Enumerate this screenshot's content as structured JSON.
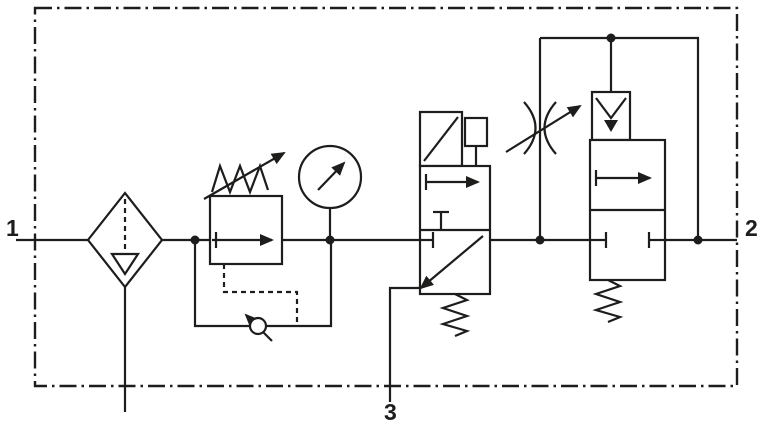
{
  "diagram": {
    "type": "pneumatic-circuit-schematic",
    "ports": {
      "inlet": "1",
      "outlet": "2",
      "exhaust": "3"
    },
    "colors": {
      "line": "#1d1d1b",
      "background": "#ffffff"
    },
    "components": [
      "filter-water-separator",
      "adjustable-pressure-regulator",
      "pressure-gauge",
      "3-2-way-shutoff-valve-solenoid-spring-return",
      "adjustable-flow-control",
      "pilot-check-valve",
      "soft-start-valve-spring-return",
      "enclosure-boundary"
    ]
  }
}
